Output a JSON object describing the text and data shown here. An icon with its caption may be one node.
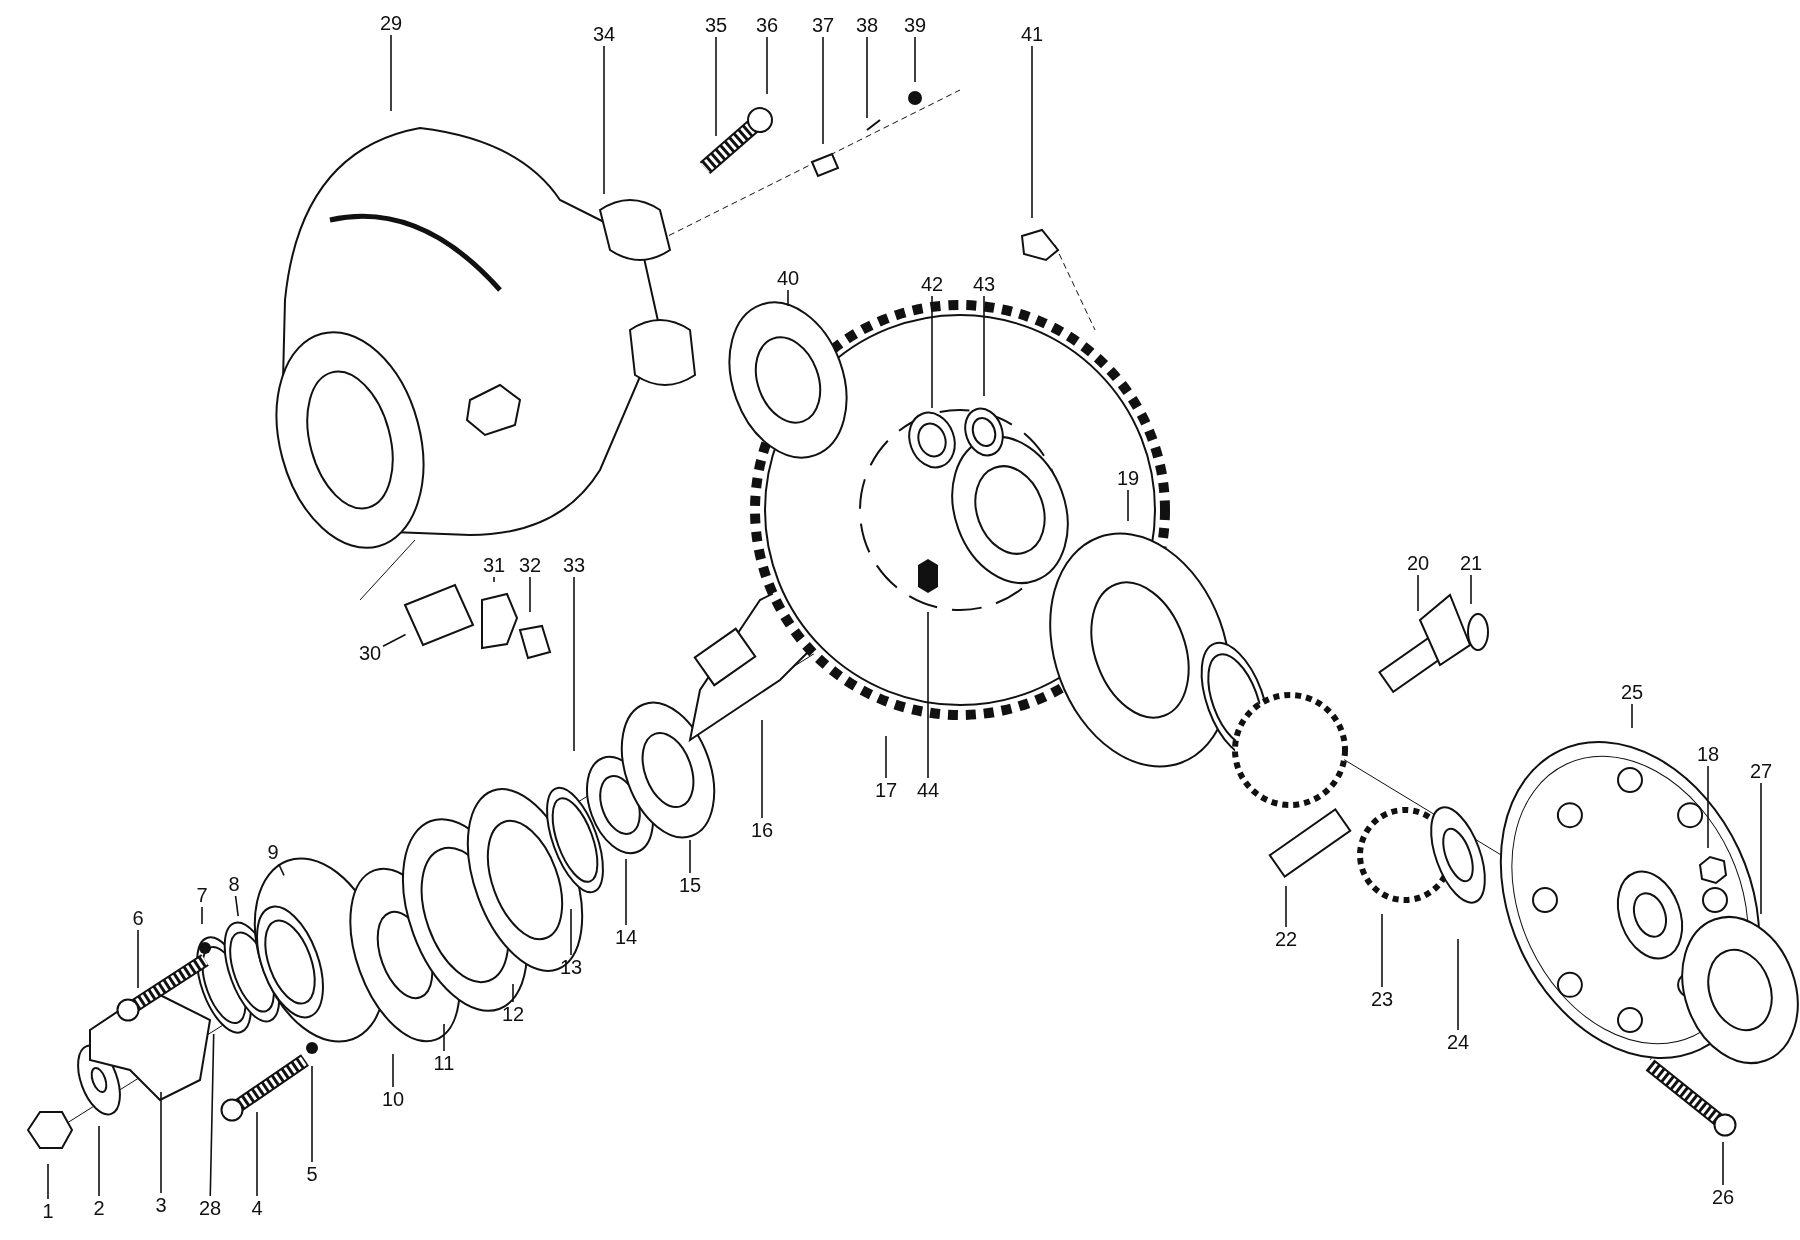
{
  "diagram": {
    "nodes": [
      {
        "text": [
          "1"
        ]
      },
      {
        "text": [
          "2"
        ]
      },
      {
        "text": [
          "3"
        ]
      },
      {
        "text": [
          "4"
        ]
      },
      {
        "text": [
          "5"
        ]
      },
      {
        "text": [
          "6"
        ]
      },
      {
        "text": [
          "7"
        ]
      },
      {
        "text": [
          "8"
        ]
      },
      {
        "text": [
          "9"
        ]
      },
      {
        "text": [
          "10"
        ]
      },
      {
        "text": [
          "11"
        ]
      },
      {
        "text": [
          "12"
        ]
      },
      {
        "text": [
          "13"
        ]
      },
      {
        "text": [
          "14"
        ]
      },
      {
        "text": [
          "15"
        ]
      },
      {
        "text": [
          "16"
        ]
      },
      {
        "text": [
          "17"
        ]
      },
      {
        "text": [
          "18"
        ]
      },
      {
        "text": [
          "19"
        ]
      },
      {
        "text": [
          "20"
        ]
      },
      {
        "text": [
          "21"
        ]
      },
      {
        "text": [
          "22"
        ]
      },
      {
        "text": [
          "23"
        ]
      },
      {
        "text": [
          "24"
        ]
      },
      {
        "text": [
          "25"
        ]
      },
      {
        "text": [
          "26"
        ]
      },
      {
        "text": [
          "27"
        ]
      },
      {
        "text": [
          "28"
        ]
      },
      {
        "text": [
          "29"
        ]
      },
      {
        "text": [
          "30"
        ]
      },
      {
        "text": [
          "31"
        ]
      },
      {
        "text": [
          "32"
        ]
      },
      {
        "text": [
          "33"
        ]
      },
      {
        "text": [
          "34"
        ]
      },
      {
        "text": [
          "35"
        ]
      },
      {
        "text": [
          "36"
        ]
      },
      {
        "text": [
          "37"
        ]
      },
      {
        "text": [
          "38"
        ]
      },
      {
        "text": [
          "39"
        ]
      },
      {
        "text": [
          "40"
        ]
      },
      {
        "text": [
          "41"
        ]
      },
      {
        "text": [
          "42"
        ]
      },
      {
        "text": [
          "43"
        ]
      },
      {
        "text": [
          "44"
        ]
      }
    ],
    "edges": [
      {
        "from": 0,
        "to": null,
        "arrow": "none"
      },
      {
        "from": 1,
        "to": null,
        "arrow": "none"
      },
      {
        "from": 2,
        "to": null,
        "arrow": "none"
      },
      {
        "from": 3,
        "to": null,
        "arrow": "none"
      },
      {
        "from": 4,
        "to": null,
        "arrow": "none"
      },
      {
        "from": 5,
        "to": null,
        "arrow": "none"
      },
      {
        "from": 6,
        "to": null,
        "arrow": "none"
      },
      {
        "from": 7,
        "to": null,
        "arrow": "none"
      },
      {
        "from": 8,
        "to": null,
        "arrow": "none"
      },
      {
        "from": 9,
        "to": null,
        "arrow": "none"
      },
      {
        "from": 10,
        "to": null,
        "arrow": "none"
      },
      {
        "from": 11,
        "to": null,
        "arrow": "none"
      },
      {
        "from": 12,
        "to": null,
        "arrow": "none"
      },
      {
        "from": 13,
        "to": null,
        "arrow": "none"
      },
      {
        "from": 14,
        "to": null,
        "arrow": "none"
      },
      {
        "from": 15,
        "to": null,
        "arrow": "none"
      },
      {
        "from": 16,
        "to": null,
        "arrow": "none"
      },
      {
        "from": 17,
        "to": null,
        "arrow": "none"
      },
      {
        "from": 18,
        "to": null,
        "arrow": "none"
      },
      {
        "from": 19,
        "to": null,
        "arrow": "none"
      },
      {
        "from": 20,
        "to": null,
        "arrow": "none"
      },
      {
        "from": 21,
        "to": null,
        "arrow": "none"
      },
      {
        "from": 22,
        "to": null,
        "arrow": "none"
      },
      {
        "from": 23,
        "to": null,
        "arrow": "none"
      },
      {
        "from": 24,
        "to": null,
        "arrow": "none"
      },
      {
        "from": 25,
        "to": null,
        "arrow": "none"
      },
      {
        "from": 26,
        "to": null,
        "arrow": "none"
      },
      {
        "from": 27,
        "to": null,
        "arrow": "none"
      },
      {
        "from": 28,
        "to": null,
        "arrow": "none"
      },
      {
        "from": 29,
        "to": null,
        "arrow": "none"
      },
      {
        "from": 30,
        "to": null,
        "arrow": "none"
      },
      {
        "from": 31,
        "to": null,
        "arrow": "none"
      },
      {
        "from": 32,
        "to": null,
        "arrow": "none"
      },
      {
        "from": 33,
        "to": null,
        "arrow": "none"
      },
      {
        "from": 34,
        "to": null,
        "arrow": "none"
      },
      {
        "from": 35,
        "to": null,
        "arrow": "none"
      },
      {
        "from": 36,
        "to": null,
        "arrow": "none"
      },
      {
        "from": 37,
        "to": null,
        "arrow": "none"
      },
      {
        "from": 38,
        "to": null,
        "arrow": "none"
      },
      {
        "from": 39,
        "to": null,
        "arrow": "none"
      },
      {
        "from": 40,
        "to": null,
        "arrow": "none"
      },
      {
        "from": 41,
        "to": null,
        "arrow": "none"
      },
      {
        "from": 42,
        "to": null,
        "arrow": "none"
      },
      {
        "from": 43,
        "to": null,
        "arrow": "none"
      }
    ]
  }
}
